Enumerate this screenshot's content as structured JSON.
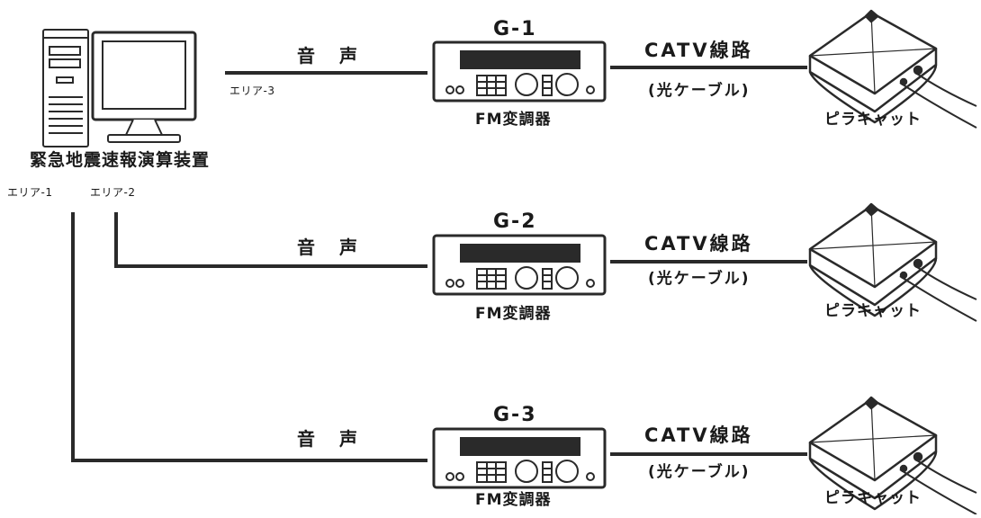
{
  "computer": {
    "label": "緊急地震速報演算装置",
    "areas": [
      "エリア-1",
      "エリア-2",
      "エリア-3"
    ]
  },
  "rows": [
    {
      "link_label": "音 声",
      "modulator_id": "G-1",
      "modulator_label": "FM変調器",
      "line_label": "CATV線路",
      "cable_label": "(光ケーブル)",
      "receiver_label": "ピラキャット"
    },
    {
      "link_label": "音 声",
      "modulator_id": "G-2",
      "modulator_label": "FM変調器",
      "line_label": "CATV線路",
      "cable_label": "(光ケーブル)",
      "receiver_label": "ピラキャット"
    },
    {
      "link_label": "音 声",
      "modulator_id": "G-3",
      "modulator_label": "FM変調器",
      "line_label": "CATV線路",
      "cable_label": "(光ケーブル)",
      "receiver_label": "ピラキャット"
    }
  ]
}
